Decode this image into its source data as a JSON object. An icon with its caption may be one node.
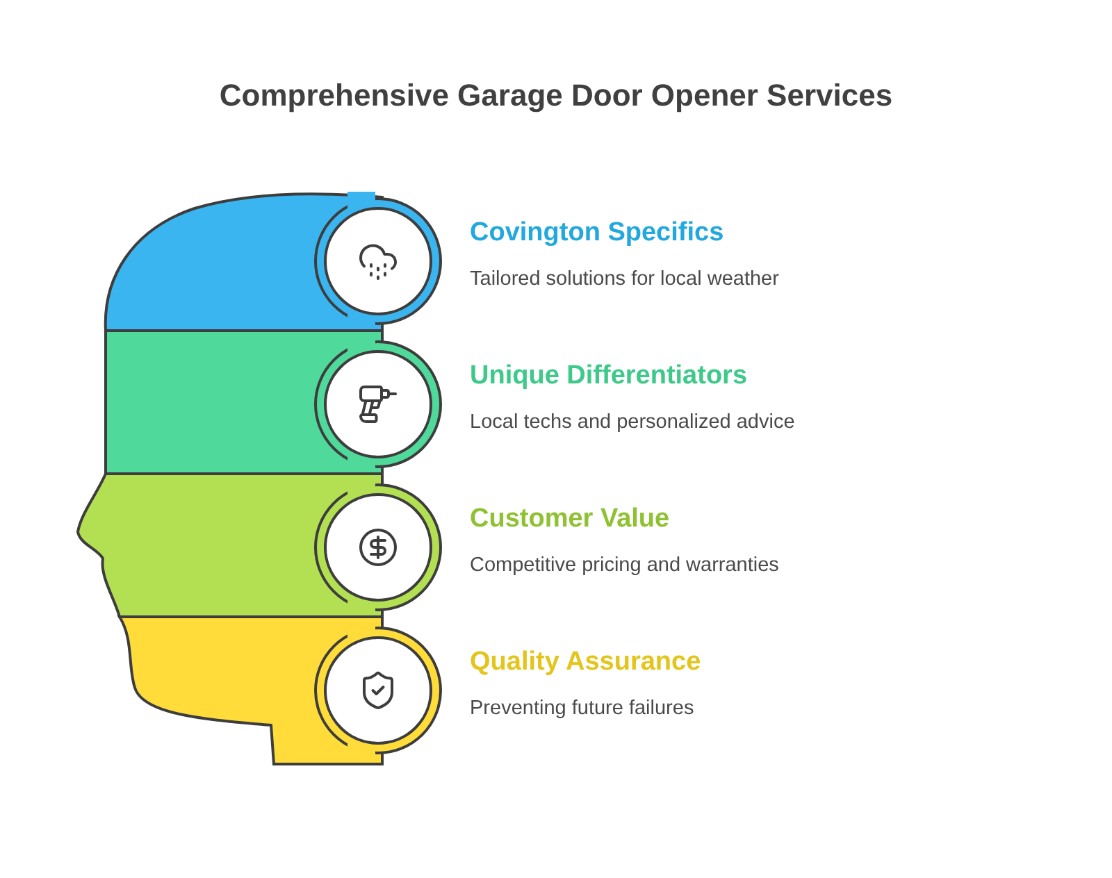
{
  "diagram": {
    "title": "Comprehensive Garage Door Opener Services",
    "nodes": [
      {
        "text": [
          "Covington Specifics",
          "Tailored solutions for local weather"
        ]
      },
      {
        "text": [
          "Unique Differentiators",
          "Local techs and personalized advice"
        ]
      },
      {
        "text": [
          "Customer Value",
          "Competitive pricing and warranties"
        ]
      },
      {
        "text": [
          "Quality Assurance",
          "Preventing future failures"
        ]
      }
    ]
  }
}
